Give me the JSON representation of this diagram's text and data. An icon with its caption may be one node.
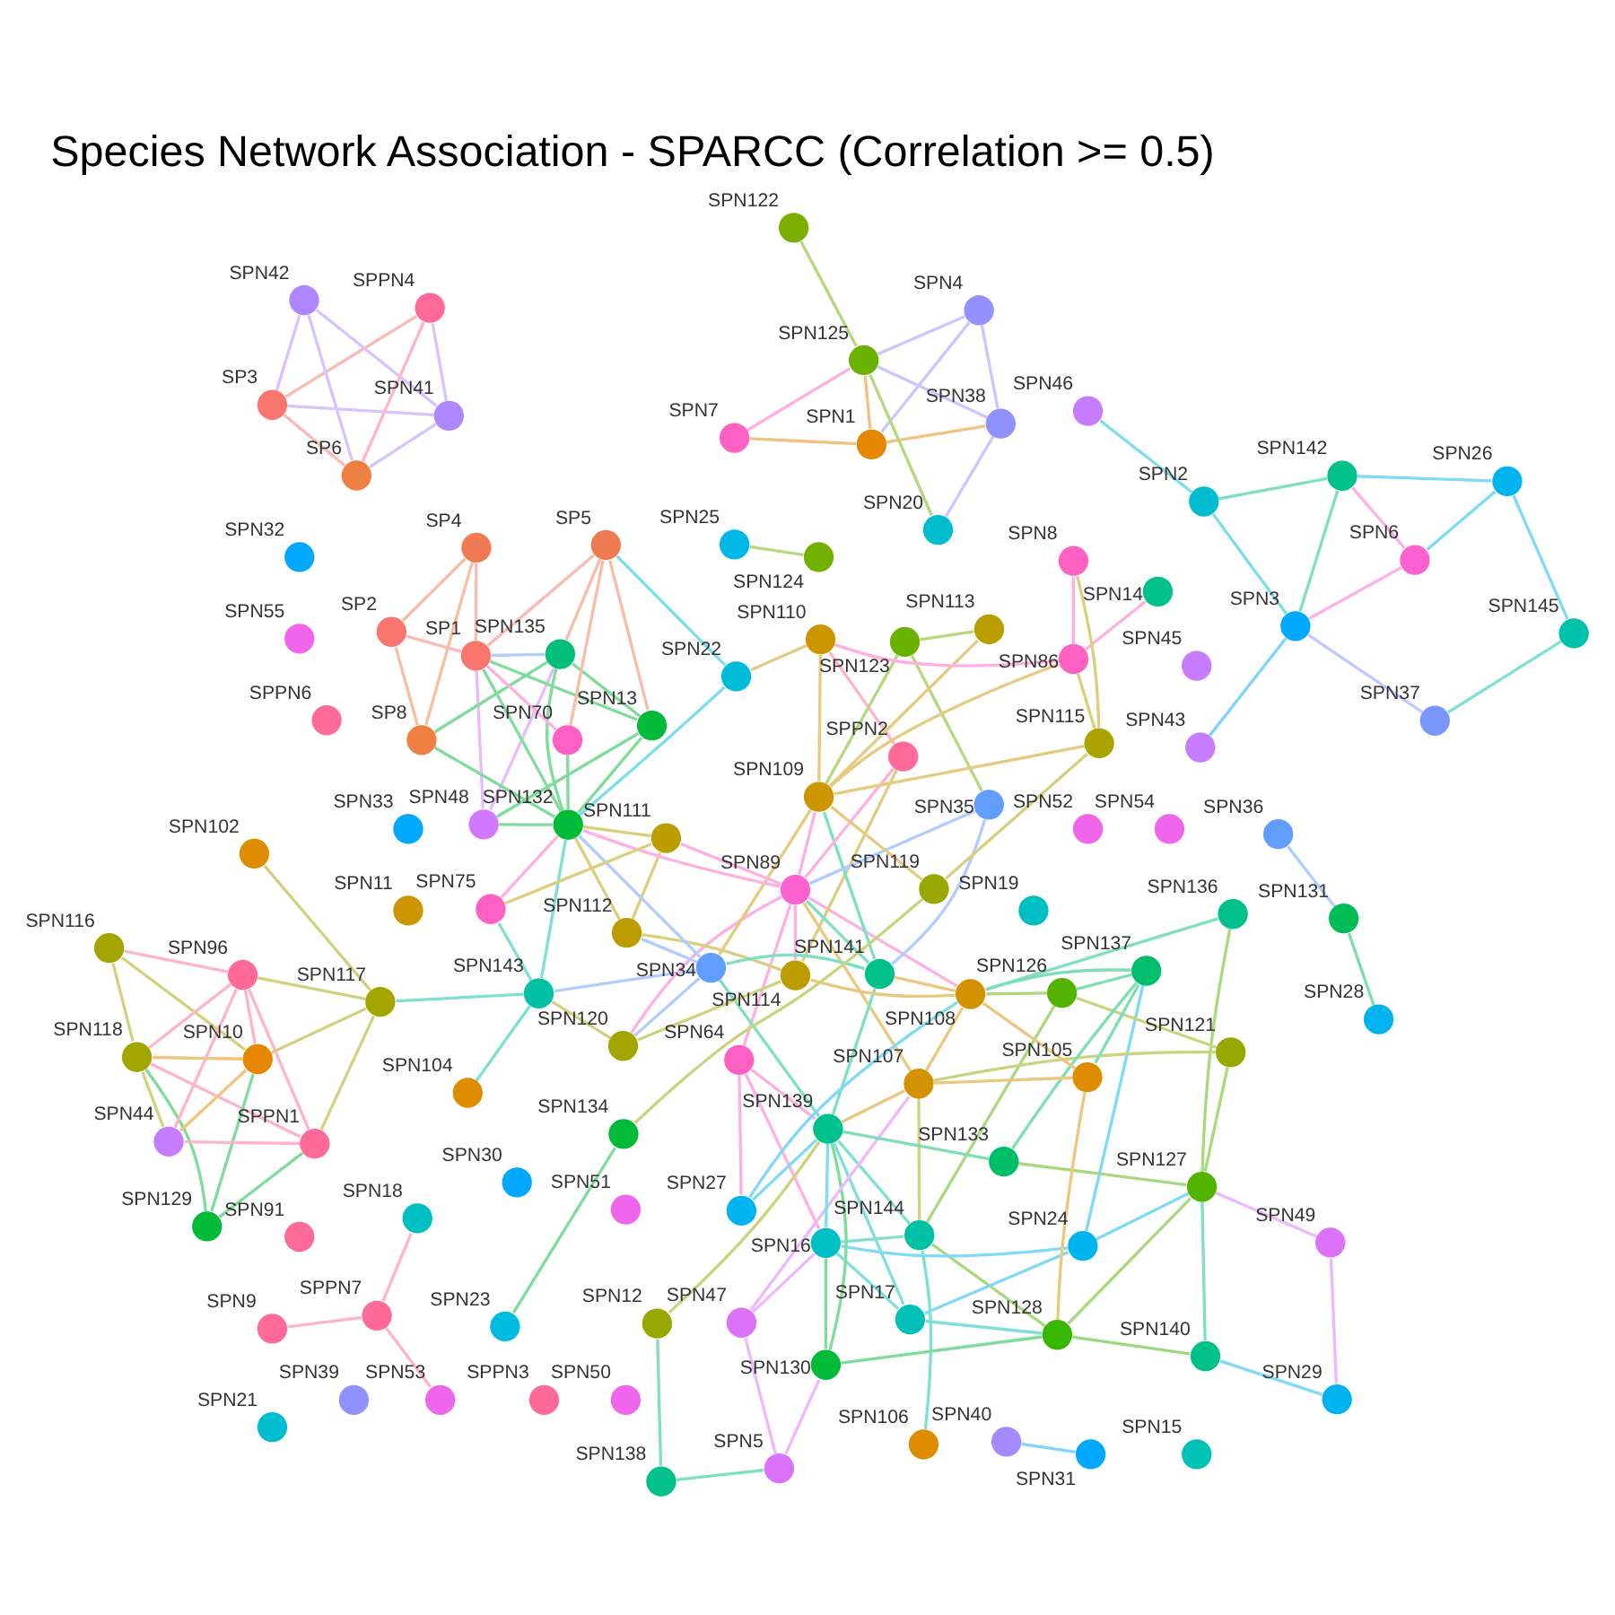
{
  "diagram": {
    "title": "Species Network Association - SPARCC (Correlation >= 0.5)",
    "nodes": [
      {
        "text": [
          "SPN25"
        ]
      },
      {
        "text": [
          "SPN30"
        ]
      },
      {
        "text": [
          "SPN124"
        ]
      },
      {
        "text": [
          "SPN51"
        ]
      },
      {
        "text": [
          "SPN46"
        ]
      },
      {
        "text": [
          "SPN19"
        ]
      },
      {
        "text": [
          "SPN52"
        ]
      },
      {
        "text": [
          "SPN2"
        ]
      },
      {
        "text": [
          "SPN142"
        ]
      },
      {
        "text": [
          "SPN9"
        ]
      },
      {
        "text": [
          "SPN33"
        ]
      },
      {
        "text": [
          "SPN11"
        ]
      },
      {
        "text": [
          "SPN54"
        ]
      },
      {
        "text": [
          "SPN26"
        ]
      },
      {
        "text": [
          "SPN6"
        ]
      },
      {
        "text": [
          "SPN3"
        ]
      },
      {
        "text": [
          "SPPN7"
        ]
      },
      {
        "text": [
          "SPN43"
        ]
      },
      {
        "text": [
          "SPN53"
        ]
      },
      {
        "text": [
          "SPN18"
        ]
      },
      {
        "text": [
          "SPN45"
        ]
      },
      {
        "text": [
          "SPPN6"
        ]
      },
      {
        "text": [
          "SPN145"
        ]
      },
      {
        "text": [
          "SPN37"
        ]
      },
      {
        "text": [
          "SPN39"
        ]
      },
      {
        "text": [
          "SPPN3"
        ]
      },
      {
        "text": [
          "SPN50"
        ]
      },
      {
        "text": [
          "SPN32"
        ]
      },
      {
        "text": [
          "SPN55"
        ]
      },
      {
        "text": [
          "SPN116"
        ]
      },
      {
        "text": [
          "SPN91"
        ]
      },
      {
        "text": [
          "SPN29"
        ]
      },
      {
        "text": [
          "SPN49"
        ]
      },
      {
        "text": [
          "SPN118"
        ]
      },
      {
        "text": [
          "SPN15"
        ]
      },
      {
        "text": [
          "SPN129"
        ]
      },
      {
        "text": [
          "SPN21"
        ]
      },
      {
        "text": [
          "SPN106"
        ]
      },
      {
        "text": [
          "SPN44"
        ]
      },
      {
        "text": [
          "SPN10"
        ]
      },
      {
        "text": [
          "SPN96"
        ]
      },
      {
        "text": [
          "SPN140"
        ]
      },
      {
        "text": [
          "SPN36"
        ]
      },
      {
        "text": [
          "SPPN1"
        ]
      },
      {
        "text": [
          "SPN127"
        ]
      },
      {
        "text": [
          "SPN131"
        ]
      },
      {
        "text": [
          "SPN7"
        ]
      },
      {
        "text": [
          "SPN5"
        ]
      },
      {
        "text": [
          "SPN144"
        ]
      },
      {
        "text": [
          "SPN117"
        ]
      },
      {
        "text": [
          "SPN24"
        ]
      },
      {
        "text": [
          "SPN17"
        ]
      },
      {
        "text": [
          "SPN130"
        ]
      },
      {
        "text": [
          "SPN102"
        ]
      },
      {
        "text": [
          "SPN1"
        ]
      },
      {
        "text": [
          "SPN104"
        ]
      },
      {
        "text": [
          "SPN47"
        ]
      },
      {
        "text": [
          "SPN28"
        ]
      },
      {
        "text": [
          "SPN125"
        ]
      },
      {
        "text": [
          "SPN138"
        ]
      },
      {
        "text": [
          "SPN121"
        ]
      },
      {
        "text": [
          "SPN122"
        ]
      },
      {
        "text": [
          "SPN16"
        ]
      },
      {
        "text": [
          "SPN133"
        ]
      },
      {
        "text": [
          "SPN128"
        ]
      },
      {
        "text": [
          "SPN4"
        ]
      },
      {
        "text": [
          "SPN107"
        ]
      },
      {
        "text": [
          "SPN38"
        ]
      },
      {
        "text": [
          "SPN136"
        ]
      },
      {
        "text": [
          "SPN20"
        ]
      },
      {
        "text": [
          "SPN143"
        ]
      },
      {
        "text": [
          "SPN126"
        ]
      },
      {
        "text": [
          "SPN12"
        ]
      },
      {
        "text": [
          "SPN64"
        ]
      },
      {
        "text": [
          "SPN139"
        ]
      },
      {
        "text": [
          "SPN137"
        ]
      },
      {
        "text": [
          "SPN120"
        ]
      },
      {
        "text": [
          "SPN108"
        ]
      },
      {
        "text": [
          "SPN75"
        ]
      },
      {
        "text": [
          "SPN105"
        ]
      },
      {
        "text": [
          "SPN114"
        ]
      },
      {
        "text": [
          "SPN112"
        ]
      },
      {
        "text": [
          "SPN27"
        ]
      },
      {
        "text": [
          "SP3"
        ]
      },
      {
        "text": [
          "SPN34"
        ]
      },
      {
        "text": [
          "SPN141"
        ]
      },
      {
        "text": [
          "SPN41"
        ]
      },
      {
        "text": [
          "SPN89"
        ]
      },
      {
        "text": [
          "SPN111"
        ]
      },
      {
        "text": [
          "SP6"
        ]
      },
      {
        "text": [
          "SPN48"
        ]
      },
      {
        "text": [
          "SPN132"
        ]
      },
      {
        "text": [
          "SPN13"
        ]
      },
      {
        "text": [
          "SPN42"
        ]
      },
      {
        "text": [
          "SPPN4"
        ]
      },
      {
        "text": [
          "SPN135"
        ]
      },
      {
        "text": [
          "SPPN2"
        ]
      },
      {
        "text": [
          "SP8"
        ]
      },
      {
        "text": [
          "SP5"
        ]
      },
      {
        "text": [
          "SPN35"
        ]
      },
      {
        "text": [
          "SP1"
        ]
      },
      {
        "text": [
          "SP2"
        ]
      },
      {
        "text": [
          "SPN22"
        ]
      },
      {
        "text": [
          "SPN70"
        ]
      },
      {
        "text": [
          "SPN109"
        ]
      },
      {
        "text": [
          "SP4"
        ]
      },
      {
        "text": [
          "SPN110"
        ]
      },
      {
        "text": [
          "SPN123"
        ]
      },
      {
        "text": [
          "SPN40"
        ]
      },
      {
        "text": [
          "SPN113"
        ]
      },
      {
        "text": [
          "SPN31"
        ]
      },
      {
        "text": [
          "SPN86"
        ]
      },
      {
        "text": [
          "SPN115"
        ]
      },
      {
        "text": [
          "SPN119"
        ]
      },
      {
        "text": [
          "SPN134"
        ]
      },
      {
        "text": [
          "SPN8"
        ]
      },
      {
        "text": [
          "SPN14"
        ]
      },
      {
        "text": [
          "SPN23"
        ]
      }
    ],
    "edges": [
      {
        "from": 4,
        "to": 7,
        "arrow": "none",
        "color": "#7fdee7"
      },
      {
        "from": 7,
        "to": 8,
        "arrow": "none",
        "color": "#7fdfc5"
      },
      {
        "from": 7,
        "to": 15,
        "arrow": "none",
        "color": "#7fdee7"
      },
      {
        "from": 8,
        "to": 13,
        "arrow": "none",
        "color": "#7fd9f7"
      },
      {
        "from": 8,
        "to": 14,
        "arrow": "none",
        "color": "#feb0e8"
      },
      {
        "from": 8,
        "to": 15,
        "arrow": "none",
        "color": "#7fdfc5"
      },
      {
        "from": 13,
        "to": 14,
        "arrow": "none",
        "color": "#7fd9f7"
      },
      {
        "from": 14,
        "to": 15,
        "arrow": "none",
        "color": "#feb0e8"
      },
      {
        "from": 15,
        "to": 17,
        "arrow": "none",
        "color": "#7fd4ff"
      },
      {
        "from": 15,
        "to": 23,
        "arrow": "none",
        "color": "#bfc9ff"
      },
      {
        "from": 13,
        "to": 22,
        "arrow": "none",
        "color": "#7fd9f7"
      },
      {
        "from": 22,
        "to": 23,
        "arrow": "none",
        "color": "#7fe0d4"
      },
      {
        "from": 2,
        "to": 0,
        "arrow": "none",
        "color": "#b8d77f"
      },
      {
        "from": 16,
        "to": 9,
        "arrow": "none",
        "color": "#ffb4cb"
      },
      {
        "from": 16,
        "to": 18,
        "arrow": "none",
        "color": "#ffb4cb"
      },
      {
        "from": 16,
        "to": 19,
        "arrow": "none",
        "color": "#ffb4cb"
      },
      {
        "from": 29,
        "to": 33,
        "arrow": "none",
        "color": "#d1d27f"
      },
      {
        "from": 29,
        "to": 39,
        "arrow": "none",
        "color": "#d1d27f"
      },
      {
        "from": 29,
        "to": 40,
        "arrow": "none",
        "color": "#ffb4cb"
      },
      {
        "from": 33,
        "to": 38,
        "arrow": "none",
        "color": "#d1d27f"
      },
      {
        "from": 35,
        "to": 33,
        "arrow": "none",
        "color": "#7fdc9b"
      },
      {
        "from": 35,
        "to": 39,
        "arrow": "none",
        "color": "#7fdc9b"
      },
      {
        "from": 35,
        "to": 43,
        "arrow": "none",
        "color": "#7fdc9b"
      },
      {
        "from": 33,
        "to": 40,
        "arrow": "none",
        "color": "#ffb4cb"
      },
      {
        "from": 33,
        "to": 39,
        "arrow": "none",
        "color": "#f2c37f"
      },
      {
        "from": 33,
        "to": 43,
        "arrow": "none",
        "color": "#ffb4cb"
      },
      {
        "from": 40,
        "to": 39,
        "arrow": "none",
        "color": "#ffb4cb"
      },
      {
        "from": 40,
        "to": 38,
        "arrow": "none",
        "color": "#ffb4cb"
      },
      {
        "from": 39,
        "to": 38,
        "arrow": "none",
        "color": "#f2c37f"
      },
      {
        "from": 40,
        "to": 43,
        "arrow": "none",
        "color": "#ffb4cb"
      },
      {
        "from": 38,
        "to": 43,
        "arrow": "none",
        "color": "#ffb4cb"
      },
      {
        "from": 49,
        "to": 40,
        "arrow": "none",
        "color": "#d1d27f"
      },
      {
        "from": 49,
        "to": 39,
        "arrow": "none",
        "color": "#d1d27f"
      },
      {
        "from": 49,
        "to": 43,
        "arrow": "none",
        "color": "#d1d27f"
      },
      {
        "from": 49,
        "to": 53,
        "arrow": "none",
        "color": "#d1d27f"
      },
      {
        "from": 49,
        "to": 70,
        "arrow": "none",
        "color": "#7fe0d1"
      },
      {
        "from": 55,
        "to": 70,
        "arrow": "none",
        "color": "#7fe0d1"
      },
      {
        "from": 46,
        "to": 54,
        "arrow": "none",
        "color": "#f2c37f"
      },
      {
        "from": 46,
        "to": 58,
        "arrow": "none",
        "color": "#ffb0e1"
      },
      {
        "from": 54,
        "to": 58,
        "arrow": "none",
        "color": "#f2c37f"
      },
      {
        "from": 54,
        "to": 65,
        "arrow": "none",
        "color": "#cac7ff"
      },
      {
        "from": 54,
        "to": 67,
        "arrow": "none",
        "color": "#f2c37f"
      },
      {
        "from": 58,
        "to": 61,
        "arrow": "none",
        "color": "#b5d87f"
      },
      {
        "from": 58,
        "to": 65,
        "arrow": "none",
        "color": "#cac7ff"
      },
      {
        "from": 58,
        "to": 67,
        "arrow": "none",
        "color": "#cac7ff"
      },
      {
        "from": 58,
        "to": 69,
        "arrow": "none",
        "color": "#b5d87f"
      },
      {
        "from": 65,
        "to": 67,
        "arrow": "none",
        "color": "#cac7ff"
      },
      {
        "from": 67,
        "to": 69,
        "arrow": "none",
        "color": "#cac7ff"
      },
      {
        "from": 42,
        "to": 45,
        "arrow": "none",
        "color": "#b0cdff"
      },
      {
        "from": 45,
        "to": 57,
        "arrow": "none",
        "color": "#7fddaa"
      },
      {
        "from": 31,
        "to": 32,
        "arrow": "none",
        "color": "#edb8fc"
      },
      {
        "from": 31,
        "to": 41,
        "arrow": "none",
        "color": "#7fd9f7"
      },
      {
        "from": 32,
        "to": 44,
        "arrow": "none",
        "color": "#edb8fc"
      },
      {
        "from": 41,
        "to": 44,
        "arrow": "none",
        "color": "#7fdfc5"
      },
      {
        "from": 41,
        "to": 64,
        "arrow": "none",
        "color": "#9cda7f"
      },
      {
        "from": 44,
        "to": 50,
        "arrow": "none",
        "color": "#7fd9f7"
      },
      {
        "from": 44,
        "to": 64,
        "arrow": "none",
        "color": "#a9d97f"
      },
      {
        "from": 44,
        "to": 63,
        "arrow": "none",
        "color": "#a9d97f"
      },
      {
        "from": 44,
        "to": 60,
        "arrow": "none",
        "color": "#a9d97f"
      },
      {
        "from": 44,
        "to": 68,
        "arrow": "none",
        "color": "#a9d97f"
      },
      {
        "from": 37,
        "to": 48,
        "arrow": "none",
        "color": "#7fe0d1"
      },
      {
        "from": 48,
        "to": 62,
        "arrow": "none",
        "color": "#7fe0d1"
      },
      {
        "from": 48,
        "to": 64,
        "arrow": "none",
        "color": "#a9d97f"
      },
      {
        "from": 48,
        "to": 66,
        "arrow": "none",
        "color": "#d1d27f"
      },
      {
        "from": 48,
        "to": 71,
        "arrow": "none",
        "color": "#a9d97f"
      },
      {
        "from": 48,
        "to": 74,
        "arrow": "none",
        "color": "#7fe0d1"
      },
      {
        "from": 50,
        "to": 51,
        "arrow": "none",
        "color": "#7fd9f7"
      },
      {
        "from": 50,
        "to": 62,
        "arrow": "none",
        "color": "#7fd9f7"
      },
      {
        "from": 50,
        "to": 75,
        "arrow": "none",
        "color": "#7fd9f7"
      },
      {
        "from": 51,
        "to": 64,
        "arrow": "none",
        "color": "#7fdfdb"
      },
      {
        "from": 51,
        "to": 62,
        "arrow": "none",
        "color": "#7fdfdb"
      },
      {
        "from": 51,
        "to": 74,
        "arrow": "none",
        "color": "#7fdfdb"
      },
      {
        "from": 47,
        "to": 52,
        "arrow": "none",
        "color": "#edb8fc"
      },
      {
        "from": 47,
        "to": 56,
        "arrow": "none",
        "color": "#edb8fc"
      },
      {
        "from": 47,
        "to": 59,
        "arrow": "none",
        "color": "#7fdfc5"
      },
      {
        "from": 59,
        "to": 72,
        "arrow": "none",
        "color": "#7fdfc5"
      },
      {
        "from": 72,
        "to": 74,
        "arrow": "none",
        "color": "#ccd37f"
      },
      {
        "from": 52,
        "to": 64,
        "arrow": "none",
        "color": "#7fdc9b"
      },
      {
        "from": 52,
        "to": 62,
        "arrow": "none",
        "color": "#7fdc9b"
      },
      {
        "from": 52,
        "to": 74,
        "arrow": "none",
        "color": "#7fdc9b"
      },
      {
        "from": 56,
        "to": 62,
        "arrow": "none",
        "color": "#edb8fc"
      },
      {
        "from": 56,
        "to": 66,
        "arrow": "none",
        "color": "#edb8fc"
      },
      {
        "from": 60,
        "to": 66,
        "arrow": "none",
        "color": "#ccd37f"
      },
      {
        "from": 60,
        "to": 71,
        "arrow": "none",
        "color": "#ccd37f"
      },
      {
        "from": 63,
        "to": 75,
        "arrow": "none",
        "color": "#7fdeb3"
      },
      {
        "from": 63,
        "to": 74,
        "arrow": "none",
        "color": "#7fdeb3"
      },
      {
        "from": 66,
        "to": 79,
        "arrow": "none",
        "color": "#e9c87f"
      },
      {
        "from": 66,
        "to": 74,
        "arrow": "none",
        "color": "#e9c87f"
      },
      {
        "from": 66,
        "to": 77,
        "arrow": "none",
        "color": "#e9c87f"
      },
      {
        "from": 66,
        "to": 87,
        "arrow": "none",
        "color": "#e9c87f"
      },
      {
        "from": 64,
        "to": 79,
        "arrow": "none",
        "color": "#e9c87f"
      },
      {
        "from": 62,
        "to": 73,
        "arrow": "none",
        "color": "#ffb0e1"
      },
      {
        "from": 62,
        "to": 74,
        "arrow": "none",
        "color": "#7fdee7"
      },
      {
        "from": 68,
        "to": 77,
        "arrow": "none",
        "color": "#7fdfc5"
      },
      {
        "from": 71,
        "to": 75,
        "arrow": "none",
        "color": "#7fdeb5"
      },
      {
        "from": 71,
        "to": 77,
        "arrow": "none",
        "color": "#a9d97f"
      },
      {
        "from": 73,
        "to": 82,
        "arrow": "none",
        "color": "#ffb0e1"
      },
      {
        "from": 73,
        "to": 74,
        "arrow": "none",
        "color": "#ffb0e1"
      },
      {
        "from": 73,
        "to": 87,
        "arrow": "none",
        "color": "#ffb0e1"
      },
      {
        "from": 75,
        "to": 79,
        "arrow": "none",
        "color": "#7fdeb5"
      },
      {
        "from": 75,
        "to": 77,
        "arrow": "none",
        "color": "#7fdeb5"
      },
      {
        "from": 79,
        "to": 77,
        "arrow": "none",
        "color": "#eec57f"
      },
      {
        "from": 77,
        "to": 82,
        "arrow": "none",
        "color": "#7fd9f7"
      },
      {
        "from": 74,
        "to": 82,
        "arrow": "none",
        "color": "#7fd9f7"
      },
      {
        "from": 77,
        "to": 80,
        "arrow": "none",
        "color": "#e9c87f"
      },
      {
        "from": 77,
        "to": 87,
        "arrow": "none",
        "color": "#ffb0e1"
      },
      {
        "from": 77,
        "to": 85,
        "arrow": "none",
        "color": "#e9c87f"
      },
      {
        "from": 74,
        "to": 85,
        "arrow": "none",
        "color": "#7fdfc5"
      },
      {
        "from": 74,
        "to": 84,
        "arrow": "none",
        "color": "#7fdfc5"
      },
      {
        "from": 70,
        "to": 76,
        "arrow": "none",
        "color": "#d1d27f"
      },
      {
        "from": 70,
        "to": 84,
        "arrow": "none",
        "color": "#b0cdff"
      },
      {
        "from": 70,
        "to": 91,
        "arrow": "none",
        "color": "#7fe0d1"
      },
      {
        "from": 70,
        "to": 78,
        "arrow": "none",
        "color": "#7fe0d1"
      },
      {
        "from": 76,
        "to": 80,
        "arrow": "none",
        "color": "#d1d27f"
      },
      {
        "from": 76,
        "to": 87,
        "arrow": "none",
        "color": "#ffb0e1"
      },
      {
        "from": 76,
        "to": 84,
        "arrow": "none",
        "color": "#b0cdff"
      },
      {
        "from": 80,
        "to": 81,
        "arrow": "none",
        "color": "#ddce7f"
      },
      {
        "from": 80,
        "to": 87,
        "arrow": "none",
        "color": "#ffb0e1"
      },
      {
        "from": 80,
        "to": 96,
        "arrow": "none",
        "color": "#ddce7f"
      },
      {
        "from": 85,
        "to": 84,
        "arrow": "none",
        "color": "#7fdfc5"
      },
      {
        "from": 85,
        "to": 87,
        "arrow": "none",
        "color": "#7fdfc5"
      },
      {
        "from": 85,
        "to": 99,
        "arrow": "none",
        "color": "#b0cdff"
      },
      {
        "from": 85,
        "to": 104,
        "arrow": "none",
        "color": "#7fdfc5"
      },
      {
        "from": 84,
        "to": 81,
        "arrow": "none",
        "color": "#b0cdff"
      },
      {
        "from": 84,
        "to": 91,
        "arrow": "none",
        "color": "#b0cdff"
      },
      {
        "from": 84,
        "to": 104,
        "arrow": "none",
        "color": "#e6ca7f"
      },
      {
        "from": 87,
        "to": 88,
        "arrow": "none",
        "color": "#ffb0e1"
      },
      {
        "from": 87,
        "to": 91,
        "arrow": "none",
        "color": "#ffb0e1"
      },
      {
        "from": 87,
        "to": 99,
        "arrow": "none",
        "color": "#b0cdff"
      },
      {
        "from": 87,
        "to": 104,
        "arrow": "none",
        "color": "#ffb0e1"
      },
      {
        "from": 87,
        "to": 96,
        "arrow": "none",
        "color": "#ffb0e1"
      },
      {
        "from": 81,
        "to": 88,
        "arrow": "none",
        "color": "#ddce7f"
      },
      {
        "from": 81,
        "to": 91,
        "arrow": "none",
        "color": "#ddce7f"
      },
      {
        "from": 88,
        "to": 78,
        "arrow": "none",
        "color": "#ddce7f"
      },
      {
        "from": 88,
        "to": 91,
        "arrow": "none",
        "color": "#ddce7f"
      },
      {
        "from": 78,
        "to": 91,
        "arrow": "none",
        "color": "#ffb0e1"
      },
      {
        "from": 96,
        "to": 106,
        "arrow": "none",
        "color": "#ffb4cb"
      },
      {
        "from": 99,
        "to": 107,
        "arrow": "none",
        "color": "#b5d87f"
      },
      {
        "from": 104,
        "to": 107,
        "arrow": "none",
        "color": "#b5d87f"
      },
      {
        "from": 104,
        "to": 109,
        "arrow": "none",
        "color": "#e6ca7f"
      },
      {
        "from": 104,
        "to": 106,
        "arrow": "none",
        "color": "#e6ca7f"
      },
      {
        "from": 104,
        "to": 112,
        "arrow": "none",
        "color": "#e6ca7f"
      },
      {
        "from": 104,
        "to": 111,
        "arrow": "none",
        "color": "#e6ca7f"
      },
      {
        "from": 104,
        "to": 113,
        "arrow": "none",
        "color": "#e6ca7f"
      },
      {
        "from": 107,
        "to": 109,
        "arrow": "none",
        "color": "#b5d87f"
      },
      {
        "from": 106,
        "to": 102,
        "arrow": "none",
        "color": "#e6ca7f"
      },
      {
        "from": 106,
        "to": 111,
        "arrow": "none",
        "color": "#ffb0e1"
      },
      {
        "from": 111,
        "to": 112,
        "arrow": "none",
        "color": "#d5d17f"
      },
      {
        "from": 111,
        "to": 115,
        "arrow": "none",
        "color": "#ffb0e1"
      },
      {
        "from": 111,
        "to": 116,
        "arrow": "none",
        "color": "#ffb0e1"
      },
      {
        "from": 112,
        "to": 115,
        "arrow": "none",
        "color": "#d5d17f"
      },
      {
        "from": 112,
        "to": 113,
        "arrow": "none",
        "color": "#d5d17f"
      },
      {
        "from": 113,
        "to": 114,
        "arrow": "none",
        "color": "#ccd37f"
      },
      {
        "from": 114,
        "to": 117,
        "arrow": "none",
        "color": "#7fdc9b"
      },
      {
        "from": 102,
        "to": 91,
        "arrow": "none",
        "color": "#7fddeb"
      },
      {
        "from": 102,
        "to": 98,
        "arrow": "none",
        "color": "#7fddeb"
      },
      {
        "from": 91,
        "to": 90,
        "arrow": "none",
        "color": "#7fdc9b"
      },
      {
        "from": 91,
        "to": 92,
        "arrow": "none",
        "color": "#7fdc9b"
      },
      {
        "from": 91,
        "to": 95,
        "arrow": "none",
        "color": "#7fdc9b"
      },
      {
        "from": 91,
        "to": 97,
        "arrow": "none",
        "color": "#7fdc9b"
      },
      {
        "from": 91,
        "to": 100,
        "arrow": "none",
        "color": "#7fdc9b"
      },
      {
        "from": 91,
        "to": 103,
        "arrow": "none",
        "color": "#7fdc9b"
      },
      {
        "from": 90,
        "to": 92,
        "arrow": "none",
        "color": "#7fdc9b"
      },
      {
        "from": 90,
        "to": 95,
        "arrow": "none",
        "color": "#e8bbff"
      },
      {
        "from": 90,
        "to": 100,
        "arrow": "none",
        "color": "#e8bbff"
      },
      {
        "from": 92,
        "to": 98,
        "arrow": "none",
        "color": "#f7bda8"
      },
      {
        "from": 92,
        "to": 95,
        "arrow": "none",
        "color": "#7fdc9b"
      },
      {
        "from": 92,
        "to": 100,
        "arrow": "none",
        "color": "#7fdc9b"
      },
      {
        "from": 95,
        "to": 97,
        "arrow": "none",
        "color": "#7fdc9b"
      },
      {
        "from": 95,
        "to": 98,
        "arrow": "none",
        "color": "#f7bda8"
      },
      {
        "from": 95,
        "to": 100,
        "arrow": "none",
        "color": "#b0cdff"
      },
      {
        "from": 98,
        "to": 100,
        "arrow": "none",
        "color": "#fbbab6"
      },
      {
        "from": 98,
        "to": 103,
        "arrow": "none",
        "color": "#f7bda8"
      },
      {
        "from": 100,
        "to": 103,
        "arrow": "none",
        "color": "#ffb0e1"
      },
      {
        "from": 100,
        "to": 101,
        "arrow": "none",
        "color": "#fbbab6"
      },
      {
        "from": 100,
        "to": 105,
        "arrow": "none",
        "color": "#fbbab6"
      },
      {
        "from": 97,
        "to": 101,
        "arrow": "none",
        "color": "#f7bfa0"
      },
      {
        "from": 97,
        "to": 105,
        "arrow": "none",
        "color": "#f7bfa0"
      },
      {
        "from": 101,
        "to": 105,
        "arrow": "none",
        "color": "#f7bfa0"
      },
      {
        "from": 83,
        "to": 86,
        "arrow": "none",
        "color": "#d6c3ff"
      },
      {
        "from": 83,
        "to": 89,
        "arrow": "none",
        "color": "#fbbab6"
      },
      {
        "from": 83,
        "to": 93,
        "arrow": "none",
        "color": "#d6c3ff"
      },
      {
        "from": 83,
        "to": 94,
        "arrow": "none",
        "color": "#fbbab6"
      },
      {
        "from": 86,
        "to": 89,
        "arrow": "none",
        "color": "#d6c3ff"
      },
      {
        "from": 86,
        "to": 93,
        "arrow": "none",
        "color": "#d6c3ff"
      },
      {
        "from": 86,
        "to": 94,
        "arrow": "none",
        "color": "#d6c3ff"
      },
      {
        "from": 93,
        "to": 89,
        "arrow": "none",
        "color": "#d6c3ff"
      },
      {
        "from": 89,
        "to": 94,
        "arrow": "none",
        "color": "#ffb4cb"
      },
      {
        "from": 108,
        "to": 110,
        "arrow": "none",
        "color": "#7fd4ff"
      }
    ]
  }
}
